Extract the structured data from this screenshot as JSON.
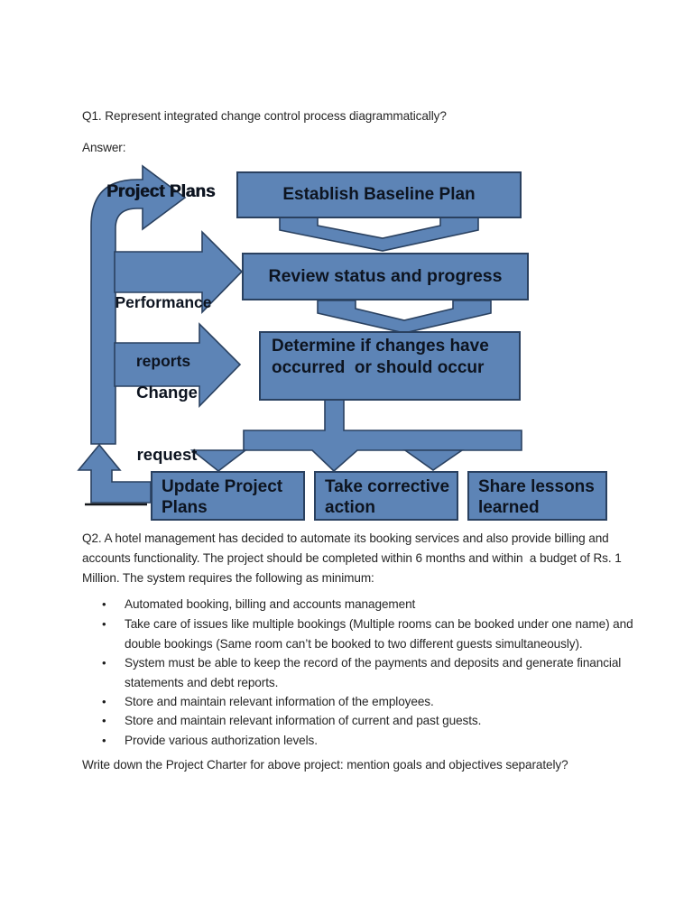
{
  "document": {
    "q1": "Q1. Represent integrated change control process diagrammatically?",
    "answer_label": "Answer:",
    "q2_lines": [
      "Q2. A hotel management has decided to automate its booking services and also provide billing and",
      "accounts functionality. The project should be completed within 6 months and within  a budget of Rs. 1",
      "Million. The system requires the following as minimum:"
    ],
    "bullets": [
      {
        "lines": [
          "Automated booking, billing and accounts management"
        ]
      },
      {
        "lines": [
          "Take care of issues like multiple bookings (Multiple rooms can be booked under one name) and",
          "double bookings (Same room can’t be booked to two different guests simultaneously)."
        ]
      },
      {
        "lines": [
          "System must be able to keep the record of the payments and deposits and generate financial",
          "statements and debt reports."
        ]
      },
      {
        "lines": [
          "Store and maintain relevant information of the employees."
        ]
      },
      {
        "lines": [
          "Store and maintain relevant information of current and past guests."
        ]
      },
      {
        "lines": [
          "Provide various authorization levels."
        ]
      }
    ],
    "closing": "Write down the Project Charter for above project: mention goals and objectives separately?"
  },
  "diagram": {
    "colors": {
      "fill": "#5d84b6",
      "edge": "#2a4160",
      "text": "#0d1420"
    },
    "labels": {
      "project_plans": "Project Plans",
      "performance_l1": "Performance",
      "performance_l2": "reports",
      "change_l1": "Change",
      "change_l2": "request",
      "establish": "Establish Baseline Plan",
      "review": "Review status and progress",
      "determine_l1": "Determine if changes have",
      "determine_l2": "occurred  or should occur",
      "update_l1": "Update Project",
      "update_l2": "Plans",
      "corrective_l1": "Take corrective",
      "corrective_l2": "action",
      "share_l1": "Share lessons",
      "share_l2": "learned"
    }
  }
}
